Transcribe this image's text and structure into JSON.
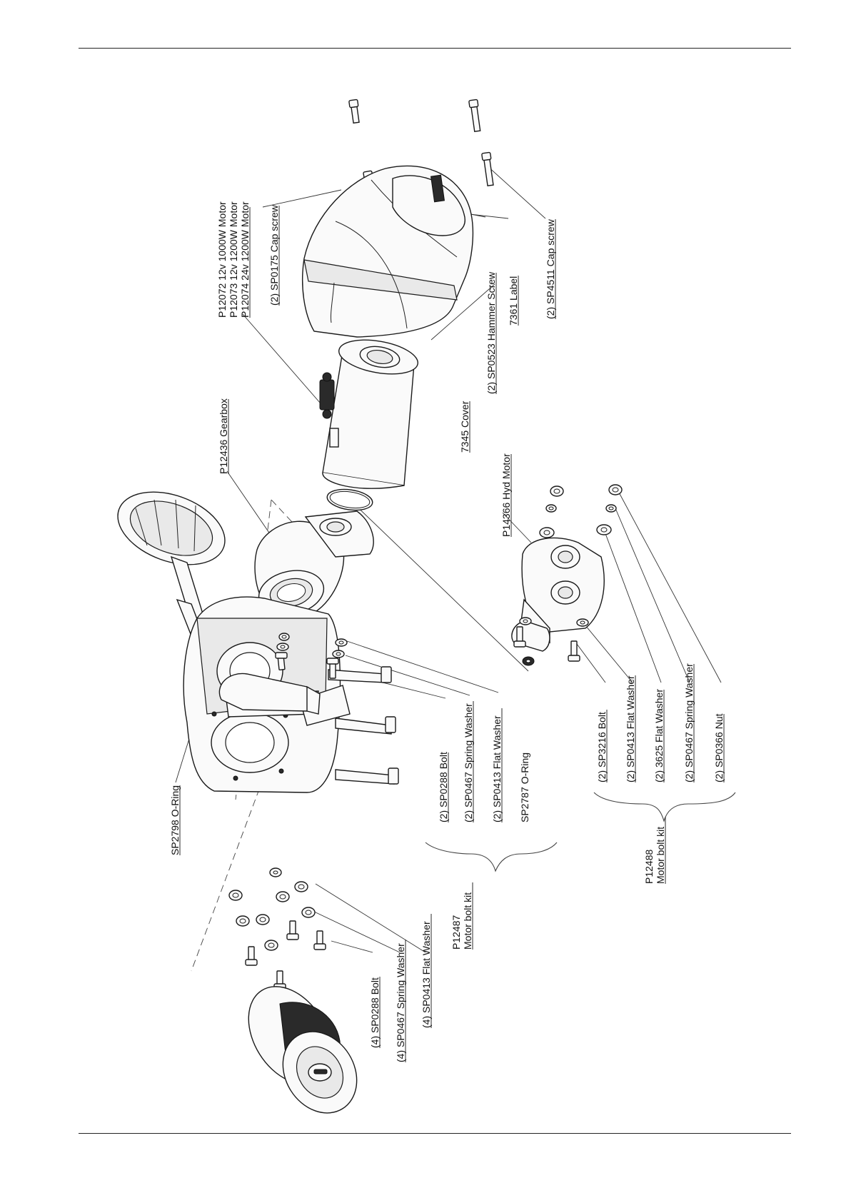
{
  "labels": {
    "motor_1": "P12072 12v 1000W Motor",
    "motor_2": "P12073 12v 1200W Motor",
    "motor_3": "P12074 24v 1200W Motor",
    "cap_screw_0175": "(2) SP0175 Cap screw",
    "gearbox": "P12436 Gearbox",
    "cover": "7345 Cover",
    "hammer_screw": "(2) SP0523 Hammer Screw",
    "label_7361": "7361 Label",
    "cap_screw_4511": "(2) SP4511 Cap screw",
    "hyd_motor": "P14366 Hyd Motor",
    "oring_2798": "SP2798 O-Ring",
    "bolt_0288_2": "(2) SP0288 Bolt",
    "spring_washer_0467_2": "(2) SP0467 Spring Washer",
    "flat_washer_0413_2": "(2) SP0413 Flat Washer",
    "oring_2787": "SP2787 O-Ring",
    "bolt_3216": "(2) SP3216 Bolt",
    "flat_washer_0413_b": "(2) SP0413 Flat Washer",
    "flat_washer_3625": "(2) 3625 Flat Washer",
    "spring_washer_0467_b": "(2) SP0467 Spring Washer",
    "nut_0366": "(2) SP0366 Nut",
    "kit_12487_code": "P12487",
    "kit_12487_name": "Motor bolt kit",
    "kit_12488_code": "P12488",
    "kit_12488_name": "Motor bolt kit",
    "bolt_0288_4": "(4) SP0288 Bolt",
    "spring_washer_0467_4": "(4) SP0467 Spring Washer",
    "flat_washer_0413_4": "(4) SP0413 Flat Washer"
  },
  "colors": {
    "line": "#1a1a1a",
    "background": "#ffffff"
  }
}
